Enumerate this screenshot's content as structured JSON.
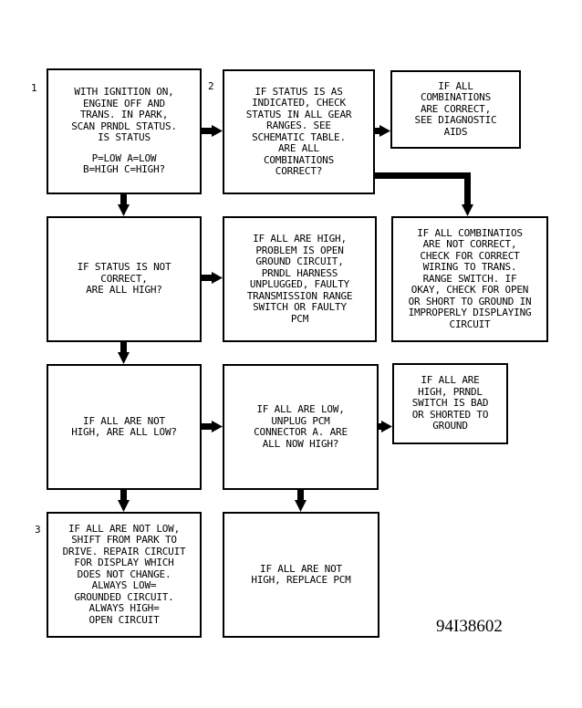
{
  "steps": {
    "s1": "1",
    "s2": "2",
    "s3": "3"
  },
  "boxes": {
    "b1_main": "WITH IGNITION ON,\nENGINE OFF AND\nTRANS. IN PARK,\nSCAN PRNDL STATUS.\nIS STATUS",
    "b1_values": "P=LOW A=LOW\nB=HIGH C=HIGH?",
    "b2": "IF STATUS IS AS\nINDICATED, CHECK\nSTATUS IN ALL GEAR\nRANGES. SEE\nSCHEMATIC TABLE.\nARE ALL\nCOMBINATIONS\nCORRECT?",
    "b3": "IF ALL\nCOMBINATIONS\nARE CORRECT,\nSEE DIAGNOSTIC\nAIDS",
    "b4": "IF STATUS IS NOT\nCORRECT,\nARE ALL HIGH?",
    "b5": "IF ALL ARE HIGH,\nPROBLEM IS OPEN\nGROUND CIRCUIT,\nPRNDL HARNESS\nUNPLUGGED, FAULTY\nTRANSMISSION RANGE\nSWITCH OR FAULTY\nPCM",
    "b6": "IF ALL COMBINATIOS\nARE NOT CORRECT,\nCHECK FOR CORRECT\nWIRING TO TRANS.\nRANGE SWITCH. IF\nOKAY, CHECK FOR OPEN\nOR SHORT TO GROUND IN\nIMPROPERLY DISPLAYING\nCIRCUIT",
    "b7": "IF ALL ARE NOT\nHIGH, ARE ALL LOW?",
    "b8": "IF ALL ARE LOW,\nUNPLUG PCM\nCONNECTOR A. ARE\nALL NOW HIGH?",
    "b9": "IF ALL ARE\nHIGH, PRNDL\nSWITCH IS BAD\nOR SHORTED TO\nGROUND",
    "b10": "IF ALL ARE NOT LOW,\nSHIFT FROM PARK TO\nDRIVE. REPAIR CIRCUIT\nFOR DISPLAY WHICH\nDOES NOT CHANGE.\nALWAYS LOW=\nGROUNDED CIRCUIT.\nALWAYS HIGH=\nOPEN CIRCUIT",
    "b11": "IF ALL ARE NOT\nHIGH, REPLACE PCM"
  },
  "figure_id": "94I38602"
}
